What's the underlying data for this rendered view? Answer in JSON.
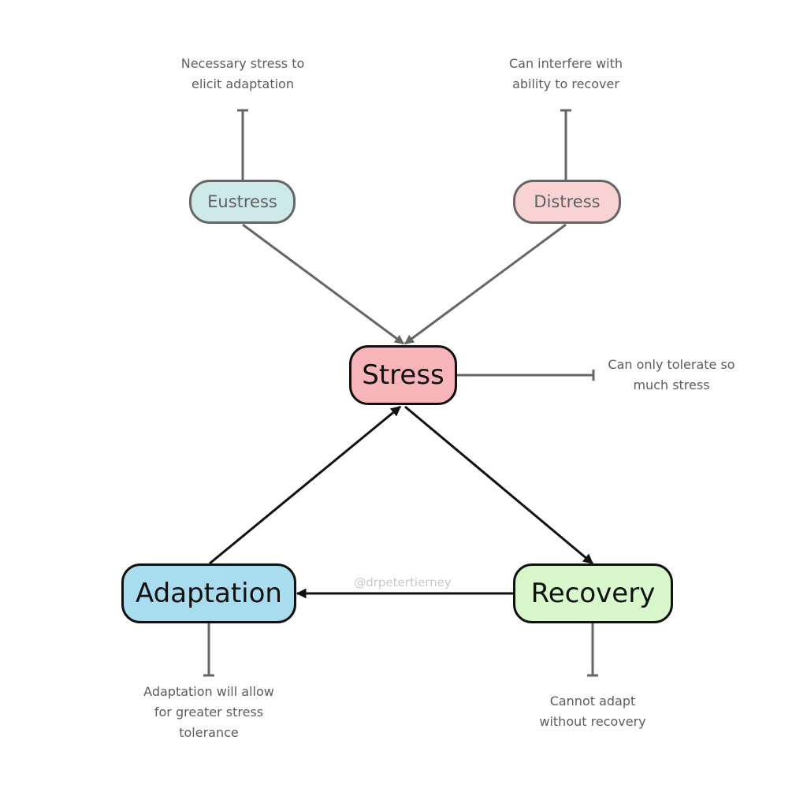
{
  "nodes": {
    "eustress": {
      "label": "Eustress",
      "fill": "#cde9ea"
    },
    "distress": {
      "label": "Distress",
      "fill": "#f9d3d4"
    },
    "stress": {
      "label": "Stress",
      "fill": "#f7b5ba"
    },
    "adaptation": {
      "label": "Adaptation",
      "fill": "#a8dcee"
    },
    "recovery": {
      "label": "Recovery",
      "fill": "#d8f7ca"
    }
  },
  "notes": {
    "eustress": [
      "Necessary stress to",
      "elicit adaptation"
    ],
    "distress": [
      "Can interfere with",
      "ability to recover"
    ],
    "stress": [
      "Can only tolerate so",
      "much stress"
    ],
    "adaptation": [
      "Adaptation will allow",
      "for greater stress",
      "tolerance"
    ],
    "recovery": [
      "Cannot adapt",
      "without recovery"
    ]
  },
  "watermark": "@drpetertierney",
  "colors": {
    "grey_line": "#666666",
    "black_line": "#111111"
  }
}
